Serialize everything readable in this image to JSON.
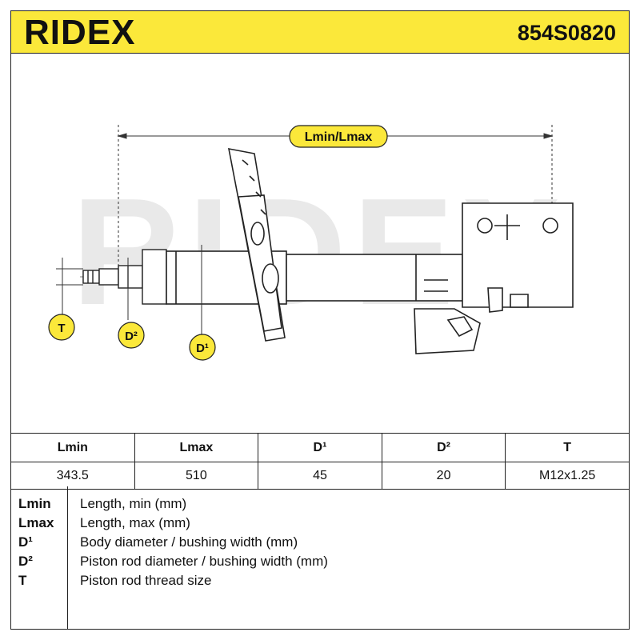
{
  "header": {
    "brand": "RIDEX",
    "part_number": "854S0820",
    "background_color": "#fbe83a"
  },
  "drawing": {
    "watermark": "RIDEX",
    "dimension_label": "Lmin/Lmax",
    "callouts": {
      "T": "T",
      "D2": "D²",
      "D1": "D¹"
    }
  },
  "spec_table": {
    "headers": [
      "Lmin",
      "Lmax",
      "D¹",
      "D²",
      "T"
    ],
    "values": [
      "343.5",
      "510",
      "45",
      "20",
      "M12x1.25"
    ]
  },
  "legend": [
    {
      "abbr": "Lmin",
      "desc": "Length, min (mm)"
    },
    {
      "abbr": "Lmax",
      "desc": "Length, max (mm)"
    },
    {
      "abbr": "D¹",
      "desc": "Body diameter / bushing width (mm)"
    },
    {
      "abbr": "D²",
      "desc": "Piston rod diameter / bushing width (mm)"
    },
    {
      "abbr": "T",
      "desc": "Piston rod thread size"
    }
  ]
}
